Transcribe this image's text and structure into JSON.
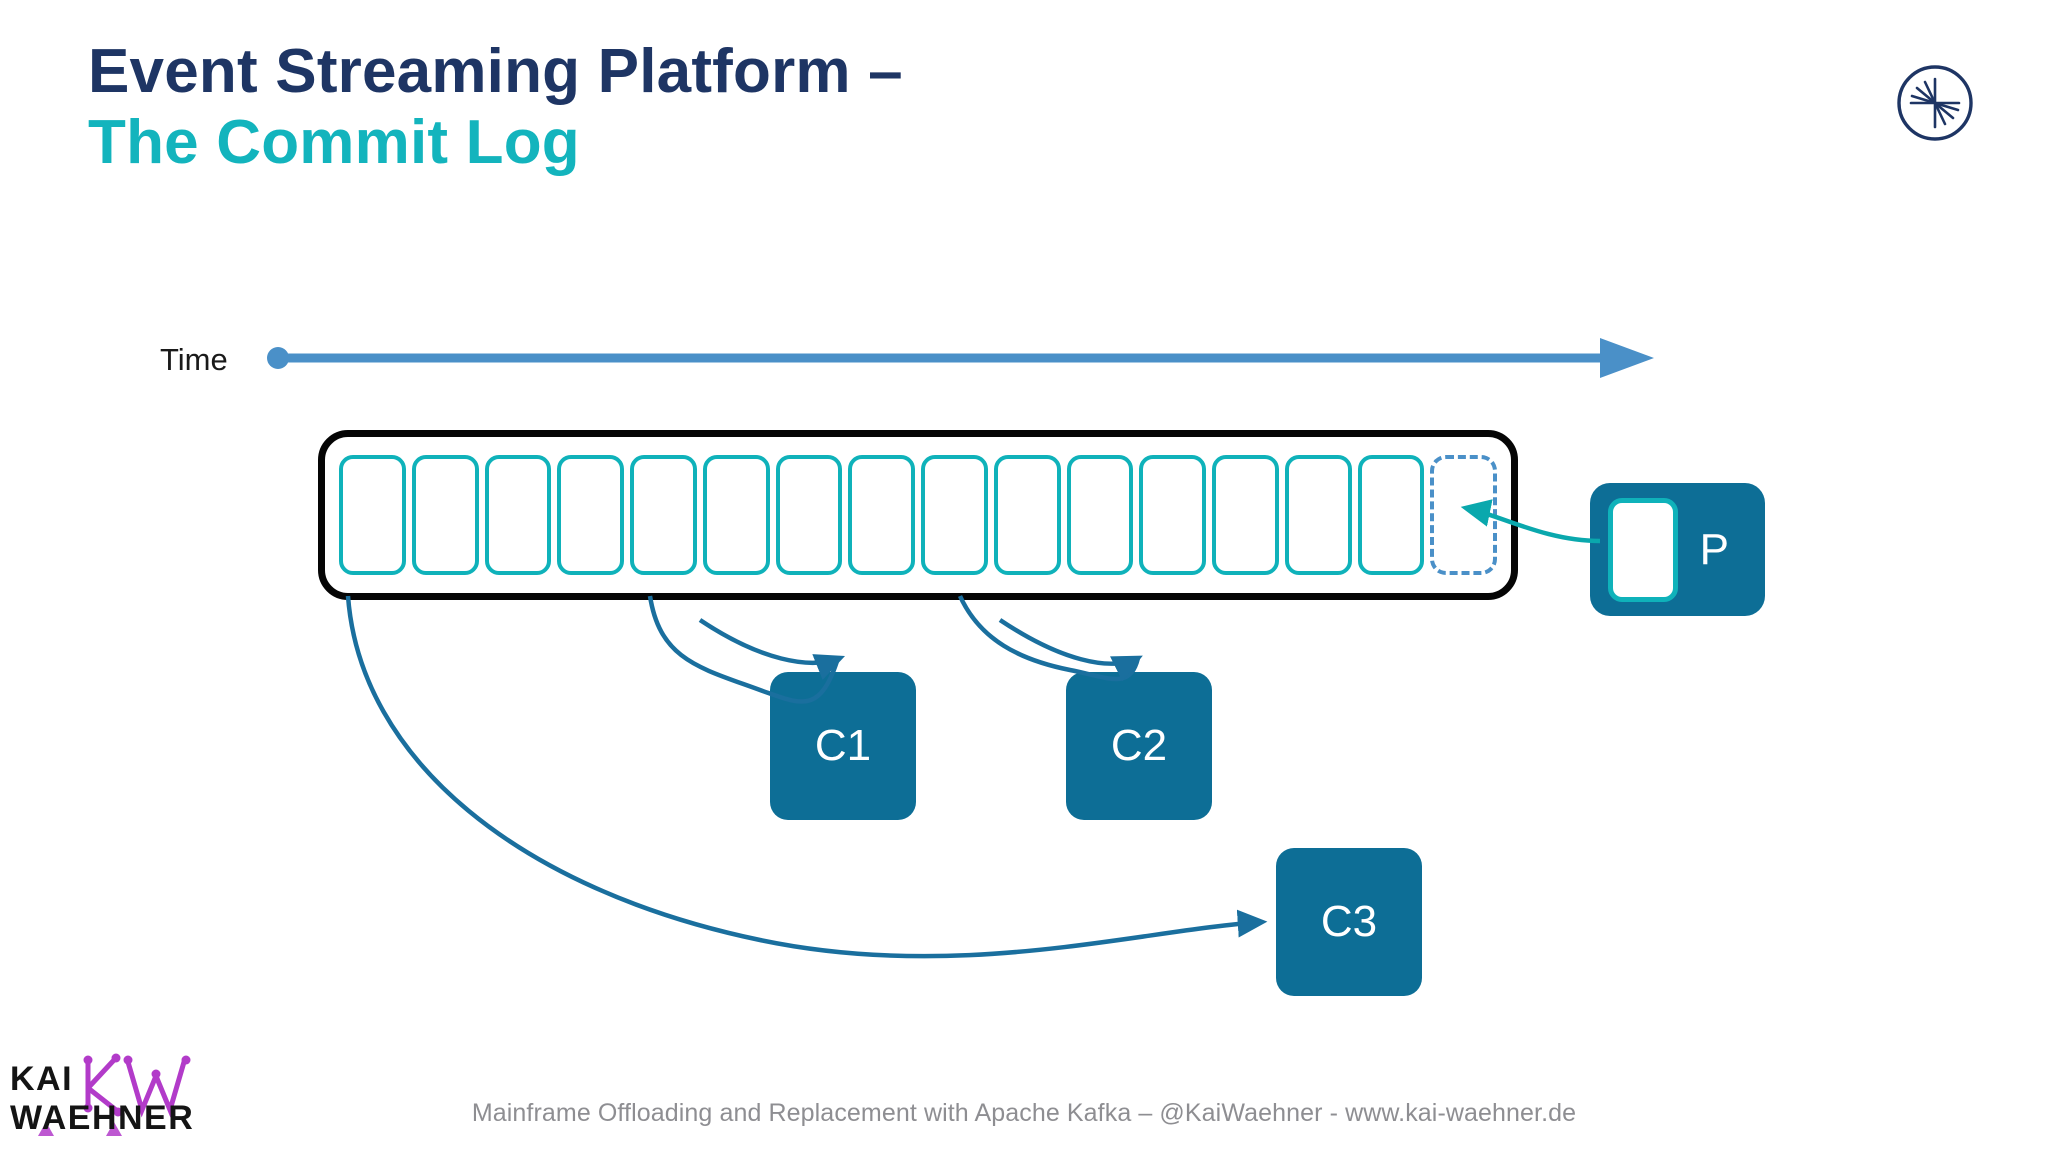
{
  "slide": {
    "title_line_1": "Event Streaming Platform –",
    "title_line_2": "The Commit Log",
    "brand_logo_name": "confluent-logo"
  },
  "colors": {
    "title_navy": "#1e3564",
    "title_teal": "#13b4bd",
    "cell_teal": "#0fb2ba",
    "node_blue": "#0d6e96",
    "pending_dashed_blue": "#4a90c8",
    "time_axis_blue": "#4a90c8",
    "consumer_arrow_blue": "#1a6f9e",
    "producer_arrow_teal": "#0aa8ad",
    "log_border_black": "#050505",
    "footer_gray": "#8e8e92",
    "logo_purple": "#b23bc9"
  },
  "time_axis": {
    "label": "Time",
    "direction": "left-to-right",
    "start_marker": "dot",
    "end_marker": "arrowhead"
  },
  "commit_log": {
    "total_cells": 16,
    "committed_cells": 15,
    "pending_cells": 1,
    "cells": [
      {
        "index": 1,
        "state": "committed"
      },
      {
        "index": 2,
        "state": "committed"
      },
      {
        "index": 3,
        "state": "committed"
      },
      {
        "index": 4,
        "state": "committed"
      },
      {
        "index": 5,
        "state": "committed"
      },
      {
        "index": 6,
        "state": "committed"
      },
      {
        "index": 7,
        "state": "committed"
      },
      {
        "index": 8,
        "state": "committed"
      },
      {
        "index": 9,
        "state": "committed"
      },
      {
        "index": 10,
        "state": "committed"
      },
      {
        "index": 11,
        "state": "committed"
      },
      {
        "index": 12,
        "state": "committed"
      },
      {
        "index": 13,
        "state": "committed"
      },
      {
        "index": 14,
        "state": "committed"
      },
      {
        "index": 15,
        "state": "committed"
      },
      {
        "index": 16,
        "state": "pending"
      }
    ]
  },
  "producer": {
    "label": "P",
    "name": "producer",
    "writes_to_cell_index": 16
  },
  "consumers": [
    {
      "label": "C1",
      "name": "consumer-c1",
      "reads_from_cell_index": 5
    },
    {
      "label": "C2",
      "name": "consumer-c2",
      "reads_from_cell_index": 9
    },
    {
      "label": "C3",
      "name": "consumer-c3",
      "reads_from_cell_index": 1
    }
  ],
  "footer": {
    "text": "Mainframe Offloading and Replacement with Apache Kafka – @KaiWaehner - www.kai-waehner.de",
    "wordmark": "KAI WAEHNER",
    "monogram": "KW"
  }
}
